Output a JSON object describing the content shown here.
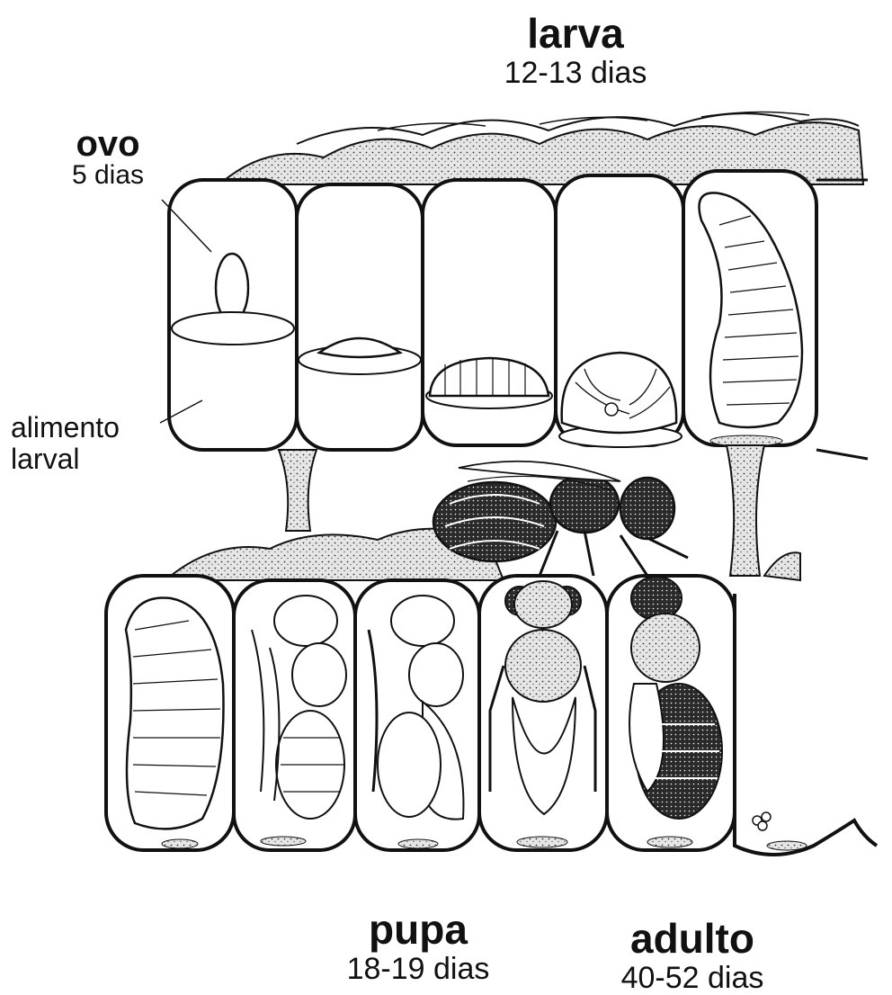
{
  "labels": {
    "larva": {
      "name": "larva",
      "duration": "12-13 dias"
    },
    "ovo": {
      "name": "ovo",
      "duration": "5 dias"
    },
    "alimento": {
      "line1": "alimento",
      "line2": "larval"
    },
    "pupa": {
      "name": "pupa",
      "duration": "18-19 dias"
    },
    "adulto": {
      "name": "adulto",
      "duration": "40-52 dias"
    }
  },
  "colors": {
    "ink": "#111111",
    "paper": "#ffffff",
    "wax": "#d9d9d9"
  }
}
